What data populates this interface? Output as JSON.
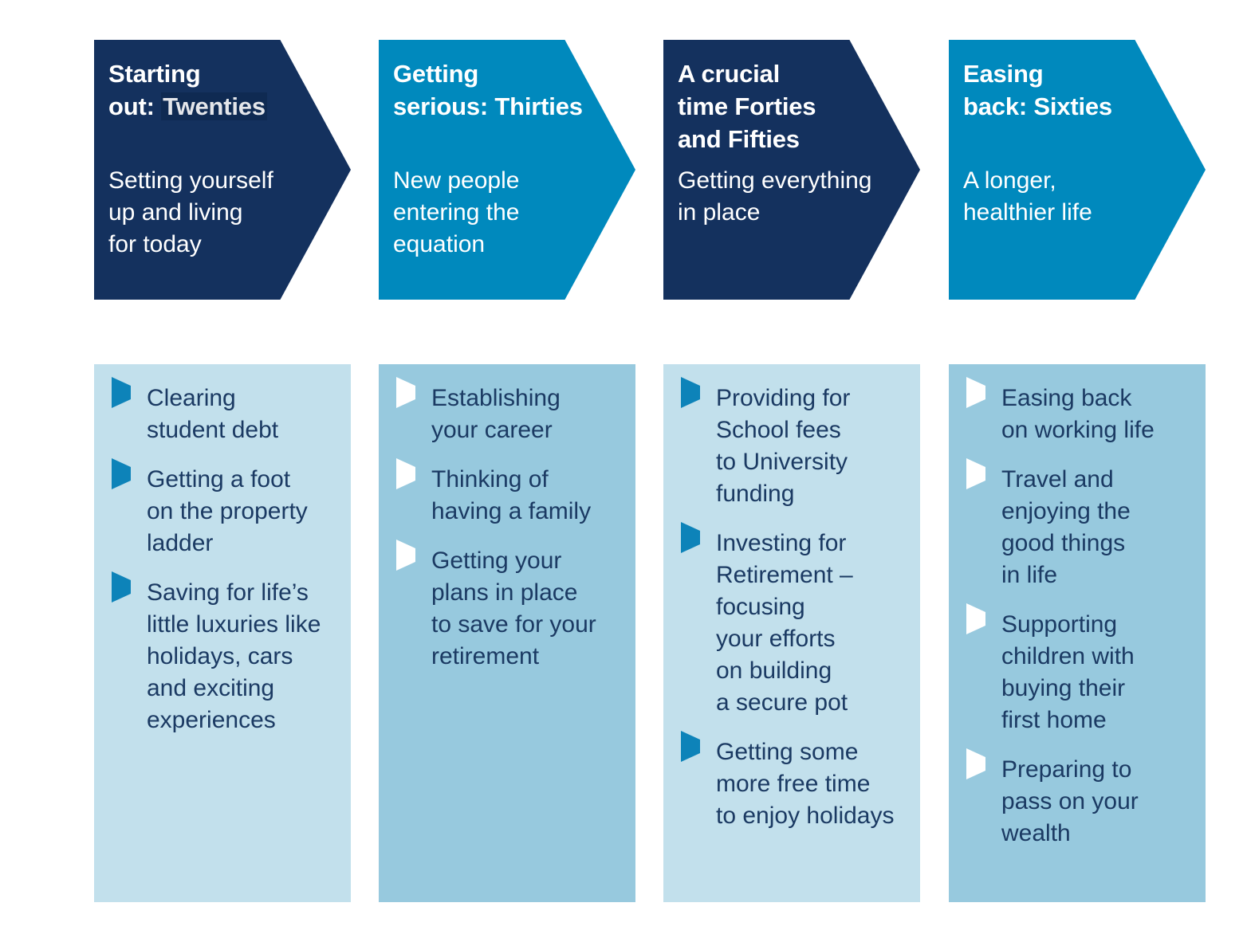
{
  "colors": {
    "navy": "#14315e",
    "cyan": "#0089bd",
    "panel_light": "#c2e0ec",
    "panel_mid": "#97c9de",
    "bullet_blue": "#0d83b9",
    "bullet_white": "#ffffff",
    "body_text": "#1b3a63",
    "highlight_bg": "#0f2a52"
  },
  "stages": [
    {
      "id": "twenties",
      "banner_style": "navy",
      "title_prefix": "Starting\nout: ",
      "title_highlight": "Twenties",
      "title_plain": "Starting out: Twenties",
      "subtitle": "Setting yourself\nup and living\nfor today",
      "panel_style": "light",
      "bullet_icon": "triangle-right-icon",
      "bullets": [
        "Clearing\nstudent debt",
        "Getting a foot\non the property\nladder",
        "Saving for life’s\nlittle luxuries like\nholidays, cars\nand exciting\nexperiences"
      ]
    },
    {
      "id": "thirties",
      "banner_style": "cyan",
      "title_prefix": "Getting\nserious: Thirties",
      "title_highlight": "",
      "title_plain": "Getting serious: Thirties",
      "subtitle": "New people\nentering the\nequation",
      "panel_style": "mid",
      "bullet_icon": "triangle-right-icon",
      "bullets": [
        "Establishing\nyour career",
        "Thinking of\nhaving a family",
        "Getting your\nplans in place\nto save for your\nretirement"
      ]
    },
    {
      "id": "forties-fifties",
      "banner_style": "navy",
      "title_prefix": "A crucial\ntime Forties\nand Fifties",
      "title_highlight": "",
      "title_plain": "A crucial time Forties and Fifties",
      "subtitle": "Getting everything\nin place",
      "panel_style": "light",
      "bullet_icon": "triangle-right-icon",
      "bullets": [
        "Providing for\nSchool fees\nto University\nfunding",
        "Investing for\nRetirement –\nfocusing\nyour efforts\non building\na secure pot",
        "Getting some\nmore free time\nto enjoy holidays"
      ]
    },
    {
      "id": "sixties",
      "banner_style": "cyan",
      "title_prefix": "Easing\nback: Sixties",
      "title_highlight": "",
      "title_plain": "Easing back: Sixties",
      "subtitle": "A longer,\nhealthier life",
      "panel_style": "mid",
      "bullet_icon": "triangle-right-icon",
      "bullets": [
        "Easing back\non working life",
        "Travel and\nenjoying the\ngood things\nin life",
        "Supporting\nchildren with\nbuying their\nfirst home",
        "Preparing to\npass on your\nwealth"
      ]
    }
  ]
}
